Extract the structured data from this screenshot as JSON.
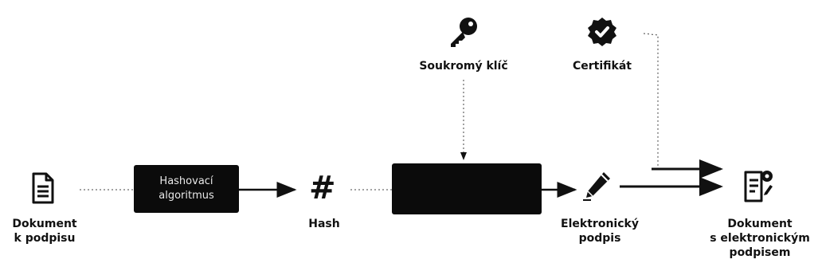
{
  "nodes": {
    "document_to_sign": {
      "line1": "Dokument",
      "line2": "k podpisu",
      "icon": "document-icon"
    },
    "hash_algorithm": {
      "line1": "Hashovací",
      "line2": "algoritmus"
    },
    "hash": {
      "label": "Hash",
      "symbol": "#",
      "icon": "hash-icon"
    },
    "encryption_box": {
      "label": ""
    },
    "private_key": {
      "label": "Soukromý klíč",
      "icon": "key-icon"
    },
    "certificate": {
      "label": "Certifikát",
      "icon": "badge-check-icon"
    },
    "electronic_signature": {
      "line1": "Elektronický",
      "line2": "podpis",
      "icon": "pen-icon"
    },
    "signed_document": {
      "line1": "Dokument",
      "line2": "s elektronickým",
      "line3": "podpisem",
      "icon": "signed-document-icon"
    }
  },
  "colors": {
    "box_fill": "#0b0b0b",
    "line": "#111111",
    "background": "#ffffff"
  }
}
